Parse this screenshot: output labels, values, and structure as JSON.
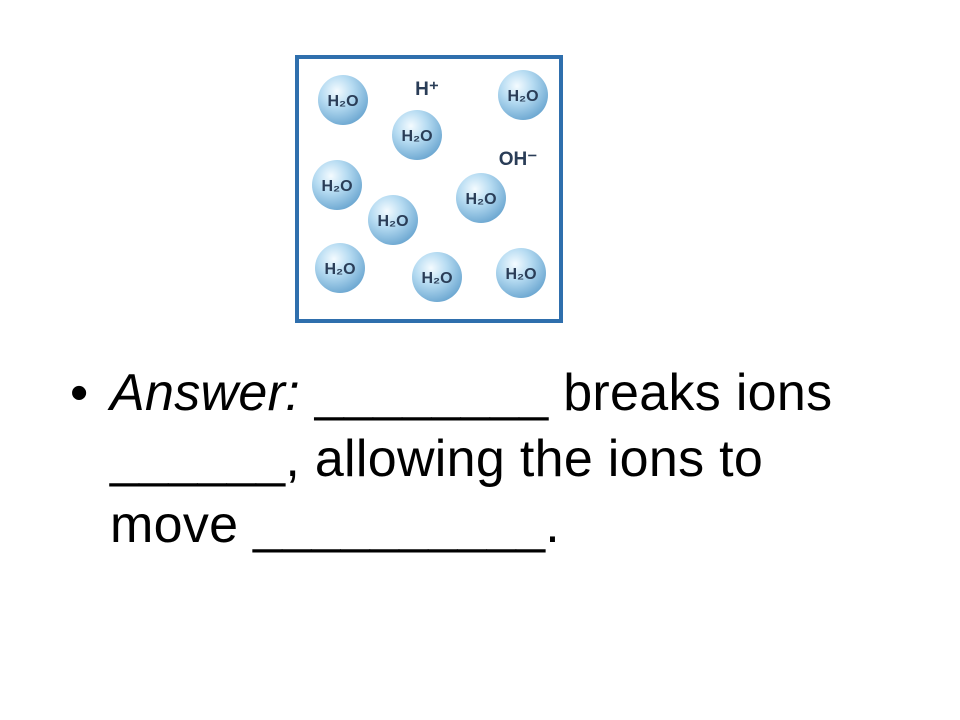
{
  "diagram": {
    "frame_color": "#2f6fad",
    "sphere_color": "#8fc4e6",
    "molecules": [
      {
        "label": "H₂O"
      },
      {
        "label": "H₂O"
      },
      {
        "label": "H₂O"
      },
      {
        "label": "H₂O"
      },
      {
        "label": "H₂O"
      },
      {
        "label": "H₂O"
      },
      {
        "label": "H₂O"
      },
      {
        "label": "H₂O"
      },
      {
        "label": "H₂O"
      }
    ],
    "ions": {
      "hydrogen": "H⁺",
      "hydroxide": "OH⁻"
    }
  },
  "bullet": {
    "marker": "•",
    "lead": "Answer:",
    "line1_rest": " ________ breaks ions",
    "line2": "______, allowing the ions to",
    "line3": "move __________."
  }
}
